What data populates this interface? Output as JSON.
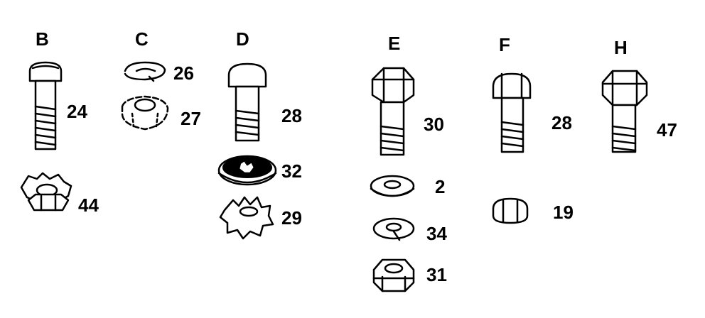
{
  "groups": {
    "B": "B",
    "C": "C",
    "D": "D",
    "E": "E",
    "F": "F",
    "H": "H"
  },
  "parts": {
    "p24": "24",
    "p44": "44",
    "p26": "26",
    "p27": "27",
    "p28d": "28",
    "p32": "32",
    "p29": "29",
    "p30": "30",
    "p2": "2",
    "p34": "34",
    "p31": "31",
    "p28f": "28",
    "p19": "19",
    "p47": "47"
  }
}
